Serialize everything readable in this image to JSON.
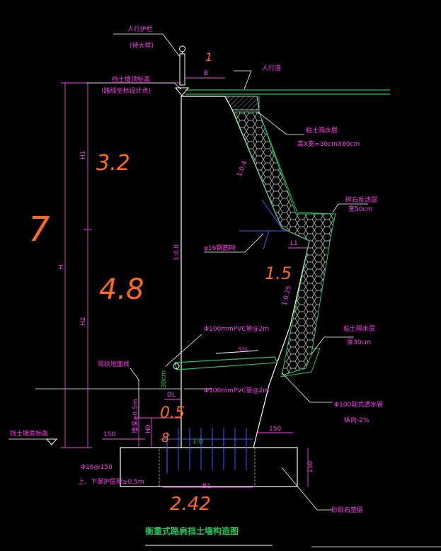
{
  "title": "衡重式路肩挡土墙构造图",
  "callouts": {
    "railing": "人行护栏",
    "railing_sub": "(待大样)",
    "wall_top": "挡土墙顶标高",
    "wall_top_sub": "(路线坐标设计点)",
    "sidewalk": "人行道",
    "waterproof_top": "粘土隔水层",
    "waterproof_top_sub": "高X宽=30cmX80cm",
    "gravel": "碎石反滤层",
    "gravel_sub": "宽50cm",
    "rebar_net": "φ16钢筋网",
    "waterproof_bottom": "粘土隔水层",
    "waterproof_bottom_sub": "厚30cm",
    "drain_pipe": "Φ100软式透水管",
    "drain_slope": "纵向-2%",
    "pvc_upper": "Φ100mmPVC管@2m",
    "pvc_lower": "Φ100mmPVC管@2m",
    "ground_line": "现状地面线",
    "wall_bottom": "挡土墙底标高",
    "embed": "埋深≥0.5m",
    "foundation_rebar": "Φ16@150",
    "foundation_rebar_sub": "上、下保护层厚≥0.5m",
    "sand_cushion": "砂砾石垫层"
  },
  "dims": {
    "B": "B",
    "H": "H",
    "H1": "H1",
    "H2": "H2",
    "L1": "L1",
    "DL": "DL",
    "H0": "H0",
    "B1": "B1",
    "d150_left": "150",
    "d150_right": "150",
    "d150_vert": "150",
    "d30cm": "30cm",
    "slope_top": "1:0.4",
    "slope_mid": "1:0.0",
    "slope_low": "1:0.25",
    "slope_base": "1:0",
    "pct5": "5%"
  },
  "annotations": {
    "a1": "1",
    "a32": "3.2",
    "a7": "7",
    "a48": "4.8",
    "a15": "1.5",
    "a05": "0.5",
    "a8": "8",
    "a242": "2.42"
  }
}
